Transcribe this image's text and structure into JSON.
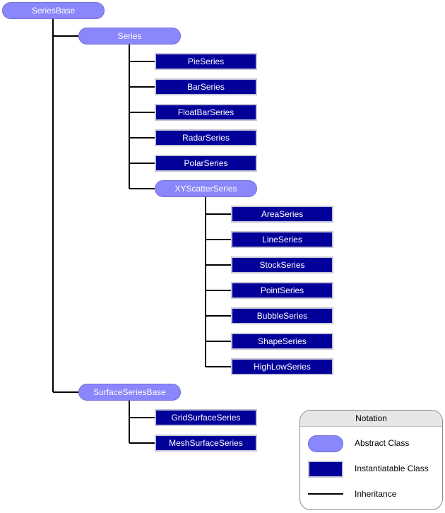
{
  "colors": {
    "abstract_fill": "#8a86fb",
    "concrete_fill": "#03009a",
    "connector": "#000000"
  },
  "nodes": {
    "series_base": "SeriesBase",
    "series": "Series",
    "pie_series": "PieSeries",
    "bar_series": "BarSeries",
    "float_bar_series": "FloatBarSeries",
    "radar_series": "RadarSeries",
    "polar_series": "PolarSeries",
    "xy_scatter_series": "XYScatterSeries",
    "area_series": "AreaSeries",
    "line_series": "LineSeries",
    "stock_series": "StockSeries",
    "point_series": "PointSeries",
    "bubble_series": "BubbleSeries",
    "shape_series": "ShapeSeries",
    "high_low_series": "HighLowSeries",
    "surface_series_base": "SurfaceSeriesBase",
    "grid_surface_series": "GridSurfaceSeries",
    "mesh_surface_series": "MeshSurfaceSeries"
  },
  "legend": {
    "title": "Notation",
    "abstract_label": "Abstract Class",
    "concrete_label": "Instantiatable Class",
    "inheritance_label": "Inheritance"
  }
}
